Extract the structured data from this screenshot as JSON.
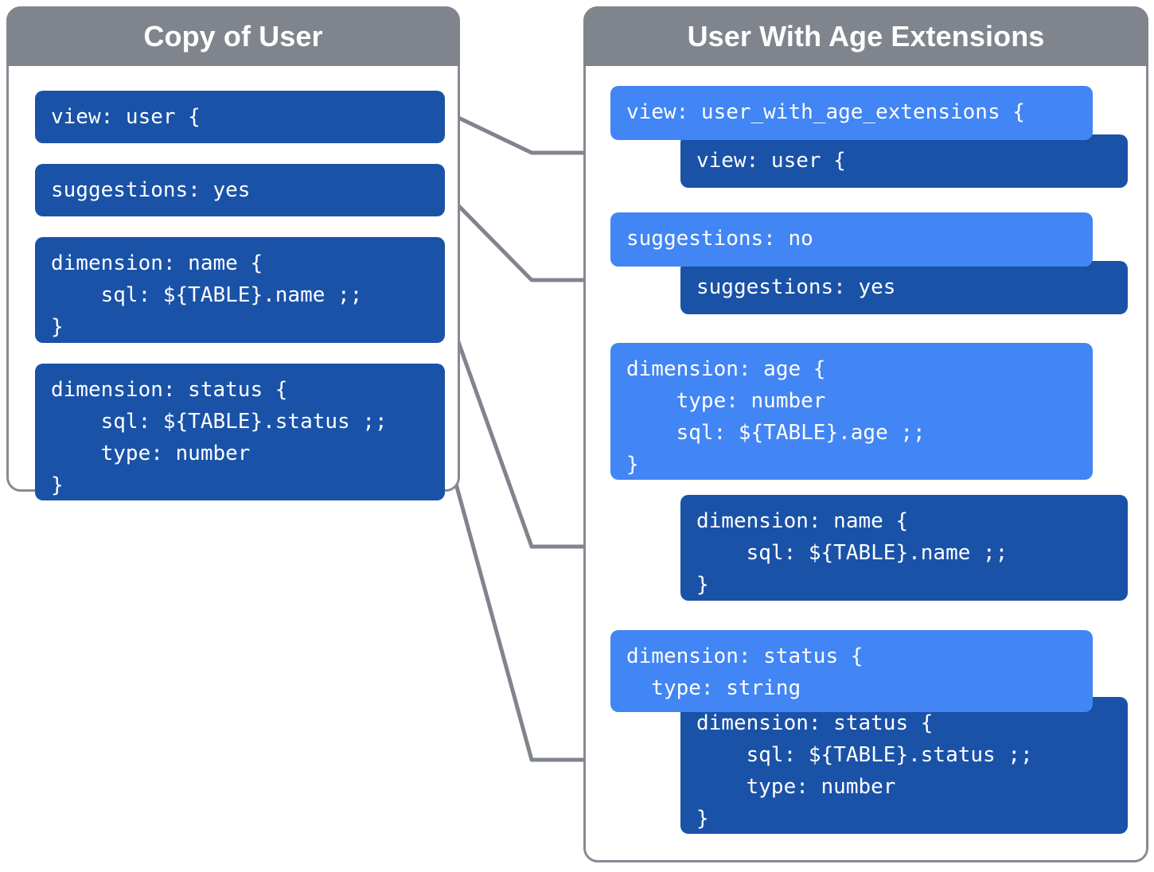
{
  "diagram": {
    "title_left": "Copy of User",
    "title_right": "User With Age Extensions",
    "colors": {
      "header_gray": "#80858D",
      "block_dark_blue": "#1A52A8",
      "block_light_blue": "#4285F4",
      "connector_gray": "#80858D",
      "panel_border": "#868B93",
      "text": "#FFFFFF"
    }
  },
  "left_panel": {
    "header": "Copy of User",
    "blocks": [
      {
        "id": "view",
        "shade": "dark",
        "code": "view: user {"
      },
      {
        "id": "suggestions",
        "shade": "dark",
        "code": "suggestions: yes"
      },
      {
        "id": "dimension-name",
        "shade": "dark",
        "code": "dimension: name {\n    sql: ${TABLE}.name ;;\n}"
      },
      {
        "id": "dimension-status",
        "shade": "dark",
        "code": "dimension: status {\n    sql: ${TABLE}.status ;;\n    type: number\n}"
      }
    ]
  },
  "right_panel": {
    "header": "User With Age Extensions",
    "groups": [
      {
        "id": "view",
        "override": {
          "shade": "light",
          "code": "view: user_with_age_extensions {"
        },
        "inherited": {
          "shade": "dark",
          "code": "view: user {"
        }
      },
      {
        "id": "suggestions",
        "override": {
          "shade": "light",
          "code": "suggestions: no"
        },
        "inherited": {
          "shade": "dark",
          "code": "suggestions: yes"
        }
      },
      {
        "id": "dimension-age",
        "override": {
          "shade": "light",
          "code": "dimension: age {\n    type: number\n    sql: ${TABLE}.age ;;\n}"
        },
        "inherited": null
      },
      {
        "id": "dimension-name",
        "override": null,
        "inherited": {
          "shade": "dark",
          "code": "dimension: name {\n    sql: ${TABLE}.name ;;\n}"
        }
      },
      {
        "id": "dimension-status",
        "override": {
          "shade": "light",
          "code": "dimension: status {\n  type: string"
        },
        "inherited": {
          "shade": "dark",
          "code": "dimension: status {\n    sql: ${TABLE}.status ;;\n    type: number\n}"
        }
      }
    ]
  },
  "connectors": [
    {
      "id": "view-arrow",
      "from": "left.view",
      "to": "right.view.inherited"
    },
    {
      "id": "suggestions-arrow",
      "from": "left.suggestions",
      "to": "right.suggestions.inherited"
    },
    {
      "id": "dimension-name-arrow",
      "from": "left.dimension-name",
      "to": "right.dimension-name.inherited"
    },
    {
      "id": "dimension-status-arrow",
      "from": "left.dimension-status",
      "to": "right.dimension-status.inherited"
    }
  ]
}
